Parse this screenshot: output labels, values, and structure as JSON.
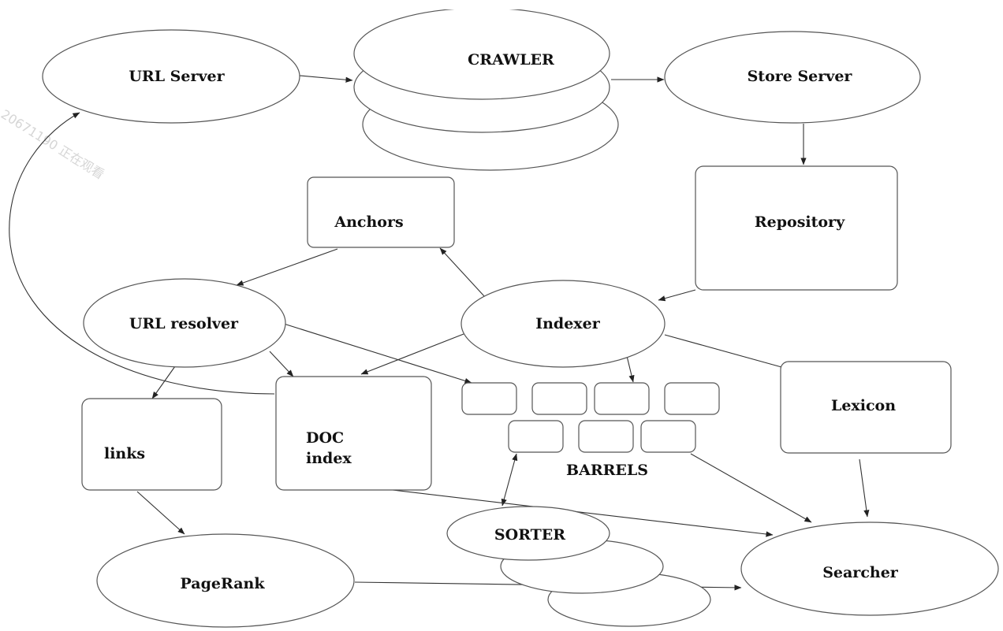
{
  "diagram": {
    "watermark": "20671190 正在观看",
    "nodes": {
      "url_server": "URL Server",
      "crawler": "CRAWLER",
      "store_server": "Store Server",
      "repository": "Repository",
      "anchors": "Anchors",
      "url_resolver": "URL resolver",
      "indexer": "Indexer",
      "lexicon": "Lexicon",
      "links": "links",
      "doc_index_line1": "DOC",
      "doc_index_line2": "index",
      "barrels": "BARRELS",
      "sorter": "SORTER",
      "pagerank": "PageRank",
      "searcher": "Searcher"
    }
  }
}
